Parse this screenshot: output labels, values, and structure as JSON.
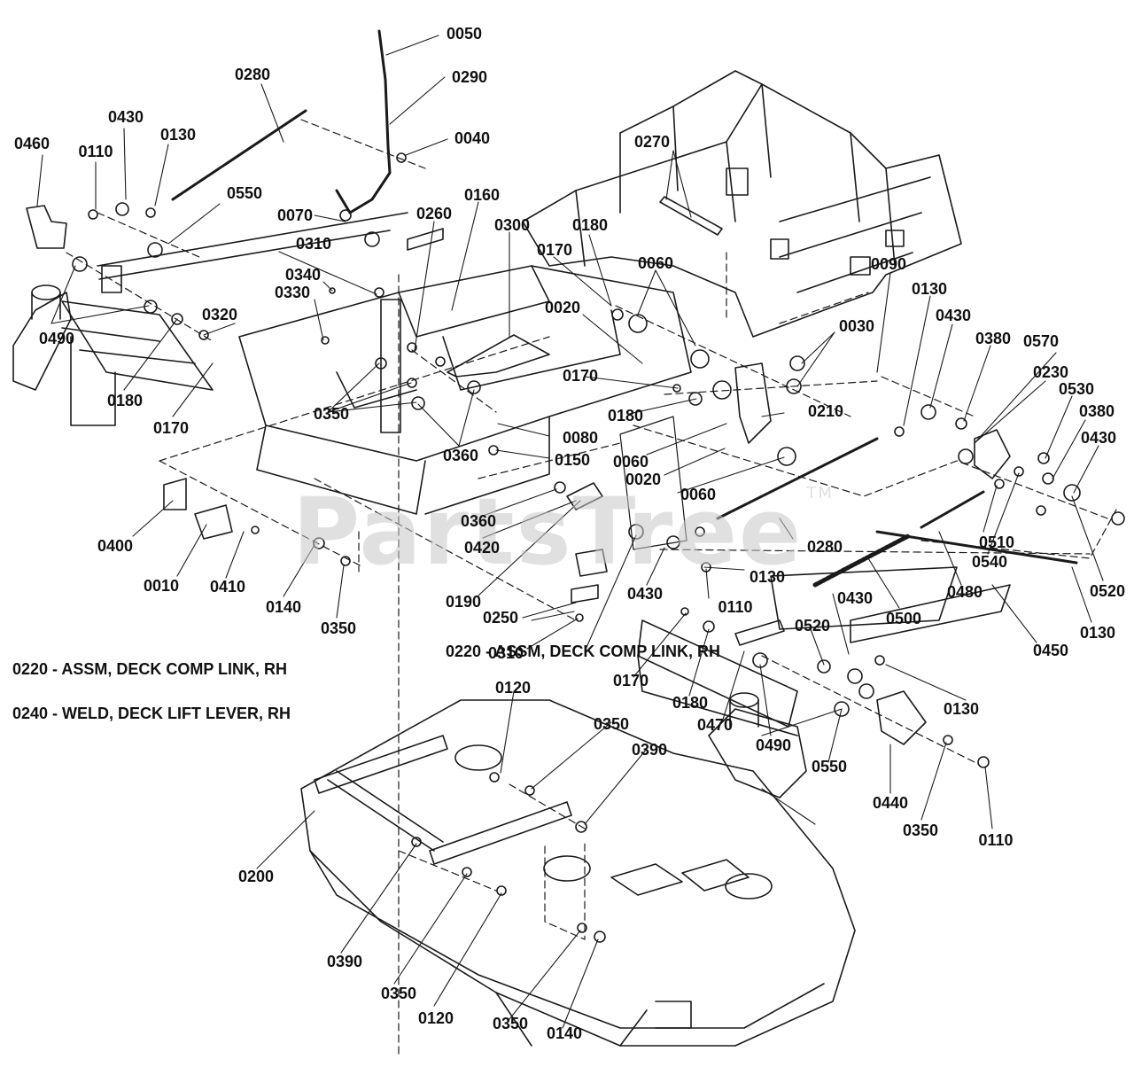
{
  "watermark": {
    "brand": "PartsTree",
    "mark": "TM"
  },
  "notes": [
    "0220 - ASSM, DECK COMP LINK, RH",
    "0240 - WELD, DECK LIFT LEVER, RH"
  ],
  "callouts": [
    "0050",
    "0290",
    "0280",
    "0040",
    "0430",
    "0130",
    "0460",
    "0110",
    "0550",
    "0270",
    "0160",
    "0070",
    "0260",
    "0300",
    "0180",
    "0310",
    "0170",
    "0340",
    "0060",
    "0330",
    "0090",
    "0020",
    "0130",
    "0490",
    "0320",
    "0030",
    "0430",
    "0380",
    "0570",
    "0180",
    "0350",
    "0170",
    "0230",
    "0530",
    "0170",
    "0210",
    "0380",
    "0430",
    "0360",
    "0080",
    "0180",
    "0150",
    "0060",
    "0020",
    "0400",
    "0060",
    "0360",
    "0280",
    "0420",
    "0510",
    "0540",
    "0520",
    "0010",
    "0410",
    "0480",
    "0130",
    "0430",
    "0140",
    "0190",
    "0110",
    "0500",
    "0130",
    "0250",
    "0430",
    "0350",
    "0520",
    "0450",
    "0310",
    "0550",
    "0220 - ASSM, DECK COMP LINK, RH",
    "0170",
    "0120",
    "0180",
    "0130",
    "0470",
    "0350",
    "0490",
    "0390",
    "0550",
    "0440",
    "0350",
    "0110",
    "0200",
    "0390",
    "0350",
    "0120",
    "0350",
    "0140"
  ]
}
